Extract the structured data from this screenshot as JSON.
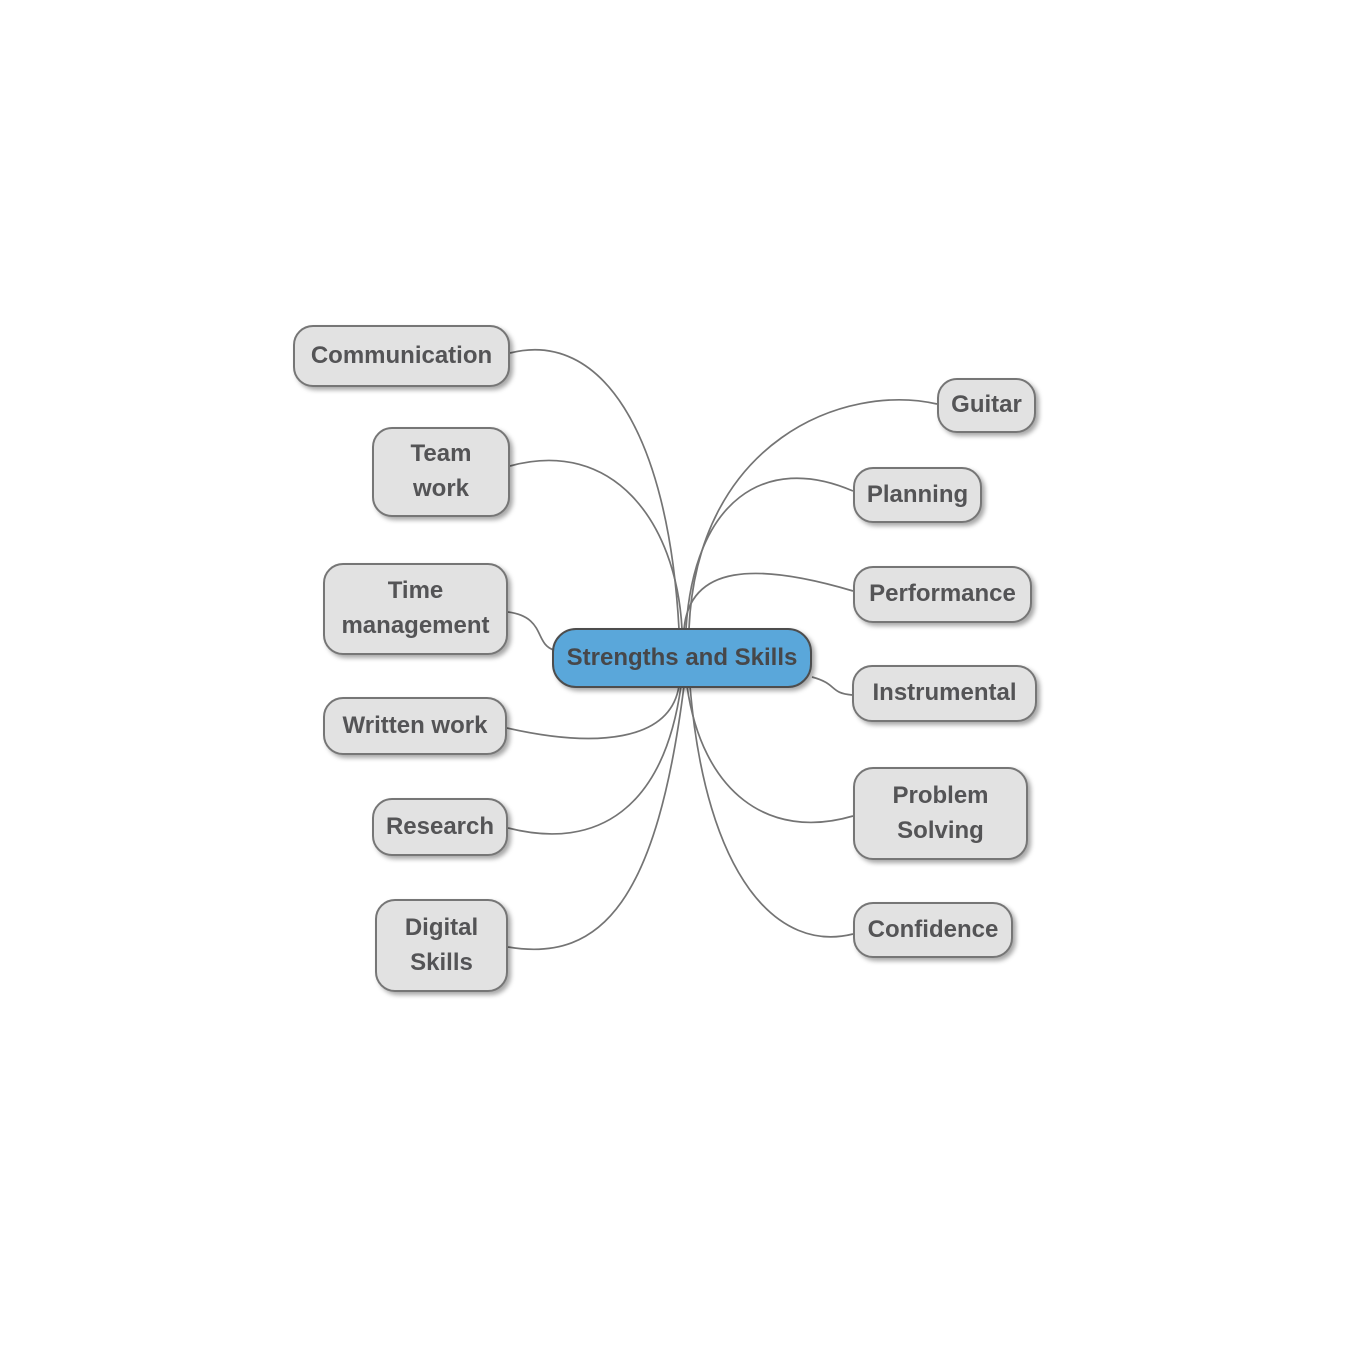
{
  "diagram": {
    "type": "mindmap",
    "colors": {
      "center_fill": "#5aa7da",
      "center_border": "#4d4d4d",
      "node_fill": "#e2e2e2",
      "node_border": "#767676",
      "text": "#545456",
      "line": "#747474",
      "bg": "#ffffff"
    },
    "center": {
      "label": "Strengths and Skills"
    },
    "left_nodes": [
      {
        "label": "Communication"
      },
      {
        "label": "Team\nwork"
      },
      {
        "label": "Time\nmanagement"
      },
      {
        "label": "Written work"
      },
      {
        "label": "Research"
      },
      {
        "label": "Digital\nSkills"
      }
    ],
    "right_nodes": [
      {
        "label": "Guitar"
      },
      {
        "label": "Planning"
      },
      {
        "label": "Performance"
      },
      {
        "label": "Instrumental"
      },
      {
        "label": "Problem\nSolving"
      },
      {
        "label": "Confidence"
      }
    ]
  }
}
